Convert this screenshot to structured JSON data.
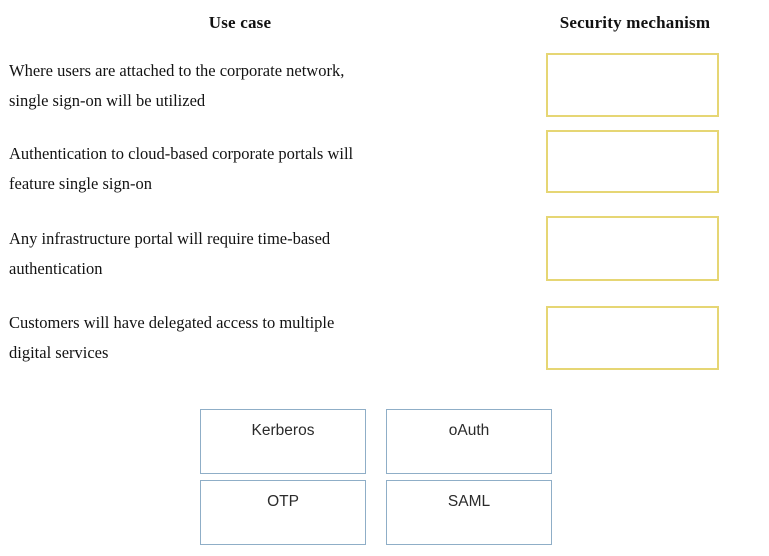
{
  "headers": {
    "use_case": "Use case",
    "security_mechanism": "Security mechanism"
  },
  "use_cases": [
    {
      "line1": "Where users are attached to the corporate network,",
      "line2": "single sign-on will be utilized"
    },
    {
      "line1": "Authentication to cloud-based corporate portals will",
      "line2": "feature single sign-on"
    },
    {
      "line1": "Any infrastructure portal will require time-based",
      "line2": "authentication"
    },
    {
      "line1": "Customers will have delegated access to multiple",
      "line2": "digital services"
    }
  ],
  "drop_targets": [
    {
      "value": ""
    },
    {
      "value": ""
    },
    {
      "value": ""
    },
    {
      "value": ""
    }
  ],
  "options": [
    {
      "label": "Kerberos"
    },
    {
      "label": "oAuth"
    },
    {
      "label": "OTP"
    },
    {
      "label": "SAML"
    }
  ],
  "colors": {
    "drop_box_border": "#E6D674",
    "option_box_border": "#8FAEC7",
    "background": "#FFFFFF",
    "text": "#131313"
  }
}
